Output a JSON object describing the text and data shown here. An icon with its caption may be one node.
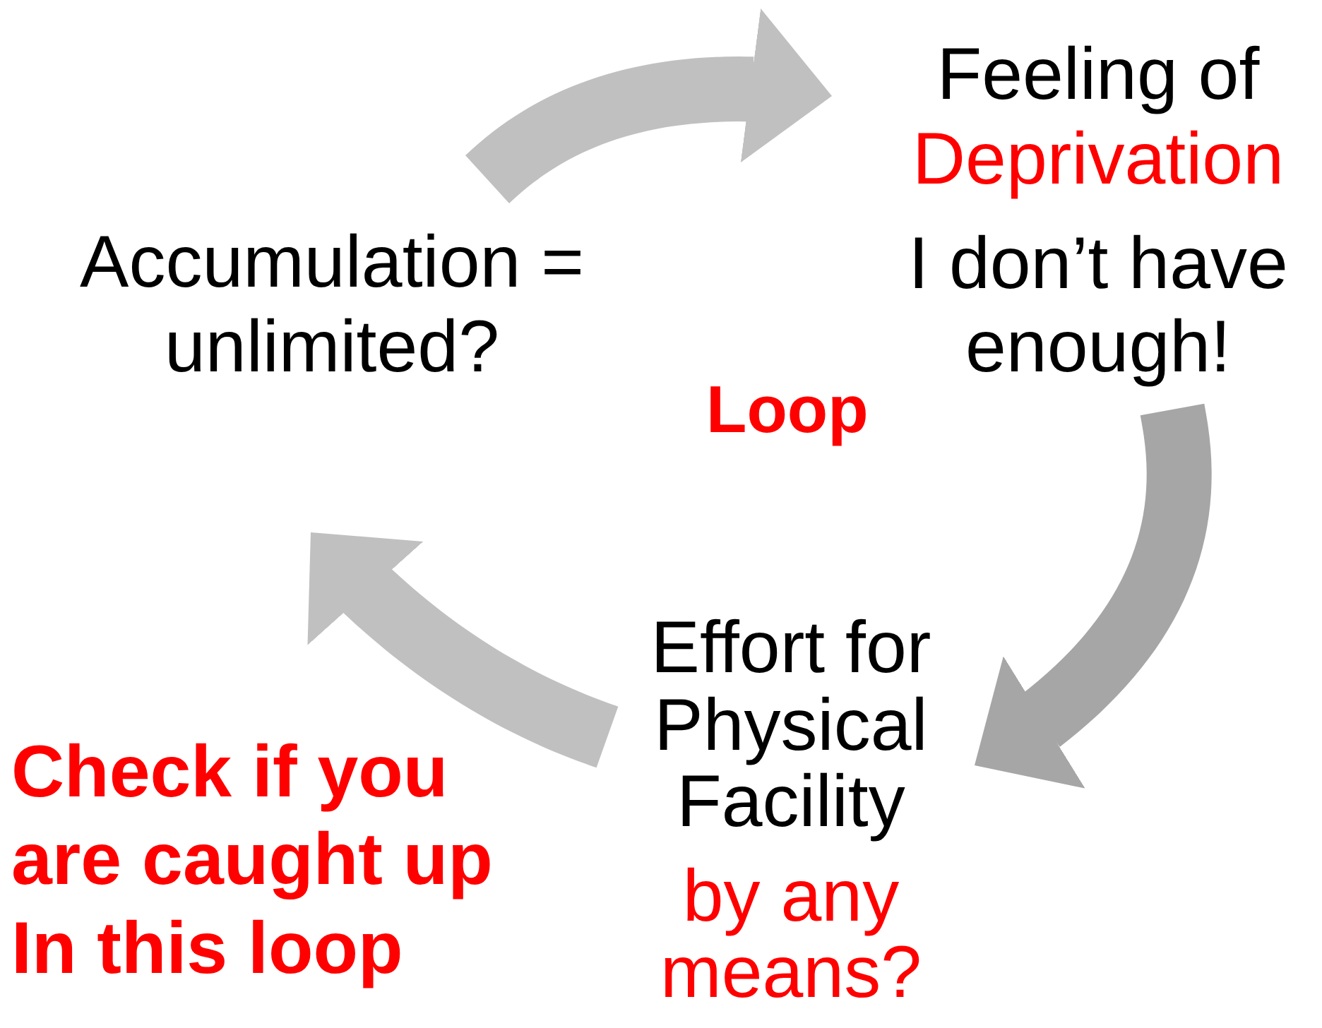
{
  "diagram": {
    "nodes": [
      {
        "text": [
          "Feeling of",
          "Deprivation",
          "I don’t have enough!"
        ]
      },
      {
        "text": [
          "Effort for Physical Facility",
          "by any means?"
        ]
      },
      {
        "text": [
          "Accumulation = unlimited?"
        ]
      }
    ],
    "edges": [
      {
        "from": 2,
        "to": 0,
        "arrow": "to"
      },
      {
        "from": 0,
        "to": 1,
        "arrow": "to",
        "color": "#a6a6a6"
      },
      {
        "from": 1,
        "to": 2,
        "arrow": "to"
      }
    ],
    "labels": [
      "Loop",
      "Check if you are caught up In this loop"
    ]
  }
}
